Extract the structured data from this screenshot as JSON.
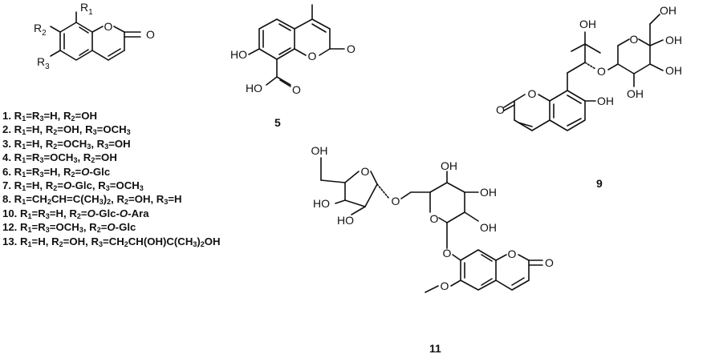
{
  "compound_labels": {
    "c5": "5",
    "c9": "9",
    "c11": "11"
  },
  "atom_labels": {
    "O": "O",
    "OH": "OH",
    "HO": "HO",
    "R1": "R1",
    "R2": "R2",
    "R3": "R3"
  },
  "legend": [
    {
      "id": "1",
      "html": "<b>1.</b> R<sub>1</sub>=R<sub>3</sub>=H, R<sub>2</sub>=OH"
    },
    {
      "id": "2",
      "html": "<b>2.</b> R<sub>1</sub>=H, R<sub>2</sub>=OH, R<sub>3</sub>=OCH<sub>3</sub>"
    },
    {
      "id": "3",
      "html": "<b>3.</b> R<sub>1</sub>=H, R<sub>2</sub>=OCH<sub>3</sub>, R<sub>3</sub>=OH"
    },
    {
      "id": "4",
      "html": "<b>4.</b> R<sub>1</sub>=R<sub>3</sub>=OCH<sub>3</sub>, R<sub>2</sub>=OH"
    },
    {
      "id": "6",
      "html": "<b>6.</b> R<sub>1</sub>=R<sub>3</sub>=H, R<sub>2</sub>=<i>O</i>-Glc"
    },
    {
      "id": "7",
      "html": "<b>7.</b> R<sub>1</sub>=H, R<sub>2</sub>=<i>O</i>-Glc, R<sub>3</sub>=OCH<sub>3</sub>"
    },
    {
      "id": "8",
      "html": "<b>8.</b> R<sub>1</sub>=CH<sub>2</sub>CH=C(CH<sub>3</sub>)<sub>2</sub>, R<sub>2</sub>=OH, R<sub>3</sub>=H"
    },
    {
      "id": "10",
      "html": "<b>10.</b> R<sub>1</sub>=R<sub>3</sub>=H, R<sub>2</sub>=<i>O</i>-Glc-<i>O</i>-Ara"
    },
    {
      "id": "12",
      "html": "<b>12.</b> R<sub>1</sub>=R<sub>3</sub>=OCH<sub>3</sub>, R<sub>2</sub>=<i>O</i>-Glc"
    },
    {
      "id": "13",
      "html": "<b>13.</b> R<sub>1</sub>=H, R<sub>2</sub>=OH, R<sub>3</sub>=CH<sub>2</sub>CH(OH)C(CH<sub>3</sub>)<sub>2</sub>OH"
    }
  ]
}
